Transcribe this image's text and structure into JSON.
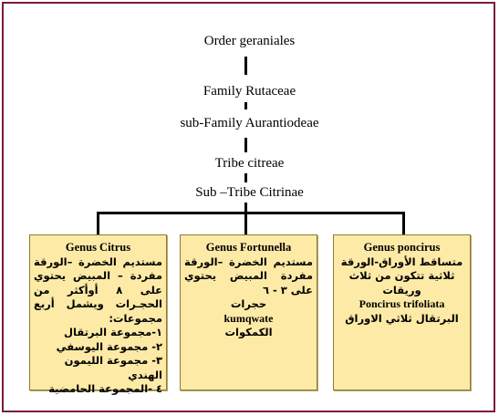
{
  "hierarchy": {
    "order": "Order geraniales",
    "family": "Family Rutaceae",
    "subfamily": "sub-Family  Aurantiodeae",
    "tribe": "Tribe citreae",
    "subtribe": "Sub –Tribe Citrinae"
  },
  "genera": [
    {
      "title": "Genus Citrus",
      "description": "مستديم الخضرة –الورقة مفردة – المبيض يحتوي على ٨ أوأكثر من الحجـرات ويشمل أربع مجموعات:",
      "groups": [
        "١-مجموعة البرتقال",
        "٢- مجموعة اليوسفي",
        "٣- مجموعة الليمون الهندي",
        "٤ -المجموعة الحامضية"
      ]
    },
    {
      "title": "Genus Fortunella",
      "description": "مستديم الخضرة –الورقة مفردة المبيض يحتوي على ٣ - ٦",
      "line2": "حجرات",
      "species": "kumqwate",
      "arabic_name": "الكمكوات"
    },
    {
      "title": "Genus poncirus",
      "description": "متساقط الأوراق-الورقة ثلاثية تتكون من ثلاث وريقات",
      "species": "Poncirus trifoliata",
      "arabic_name": "البرتقال ثلاثي الاوراق"
    }
  ]
}
